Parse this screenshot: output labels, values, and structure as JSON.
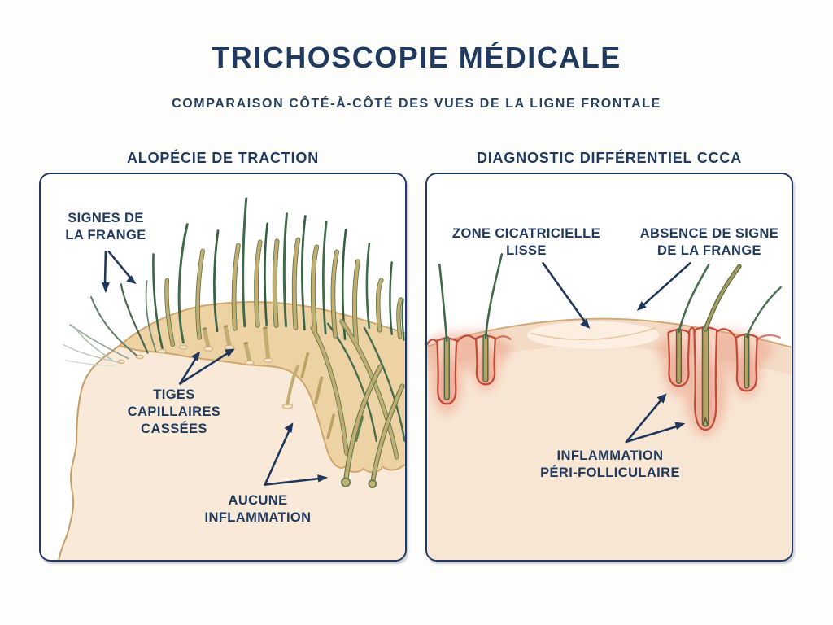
{
  "title": "TRICHOSCOPIE MÉDICALE",
  "subtitle": "COMPARAISON CÔTÉ-À-CÔTÉ DES VUES DE LA LIGNE FRONTALE",
  "panels": {
    "left": {
      "heading": "ALOPÉCIE DE TRACTION",
      "labels": {
        "fringe": "SIGNES DE\nLA FRANGE",
        "broken_shafts": "TIGES\nCAPILLAIRES\nCASSÉES",
        "no_inflammation": "AUCUNE\nINFLAMMATION"
      }
    },
    "right": {
      "heading": "DIAGNOSTIC DIFFÉRENTIEL CCCA",
      "labels": {
        "scar_zone": "ZONE CICATRICIELLE\nLISSE",
        "no_fringe": "ABSENCE DE SIGNE\nDE LA FRANGE",
        "inflammation": "INFLAMMATION\nPÉRI-FOLLICULAIRE"
      }
    }
  },
  "colors": {
    "navy_text": "#1f3a5e",
    "panel_border": "#24395e",
    "skin": "#f8e8d7",
    "hairline_band": "#edd2a4",
    "band_outline": "#cfa76d",
    "hair_green": "#416a4b",
    "hair_khaki": "#c3ae71",
    "inflamed_red": "#c44b38",
    "inflamed_pink": "#f2b5a3",
    "background": "#fdfdfc"
  }
}
